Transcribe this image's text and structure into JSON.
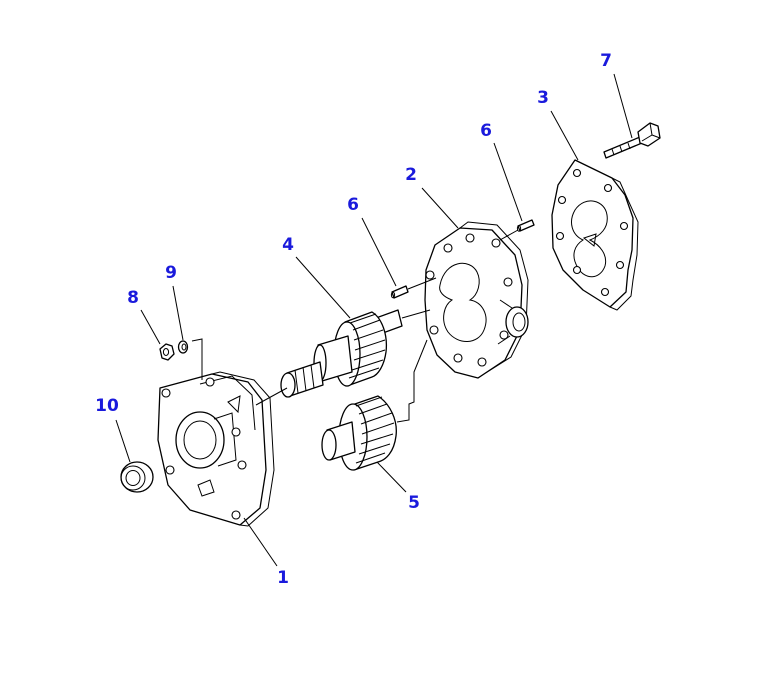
{
  "colors": {
    "callout": "#1a1adc",
    "line": "#000000",
    "background": "#ffffff"
  },
  "callouts": [
    {
      "id": "c1",
      "label": "1"
    },
    {
      "id": "c2",
      "label": "2"
    },
    {
      "id": "c3",
      "label": "3"
    },
    {
      "id": "c4",
      "label": "4"
    },
    {
      "id": "c5",
      "label": "5"
    },
    {
      "id": "c6a",
      "label": "6"
    },
    {
      "id": "c6b",
      "label": "6"
    },
    {
      "id": "c7",
      "label": "7"
    },
    {
      "id": "c8",
      "label": "8"
    },
    {
      "id": "c9",
      "label": "9"
    },
    {
      "id": "c10",
      "label": "10"
    }
  ]
}
